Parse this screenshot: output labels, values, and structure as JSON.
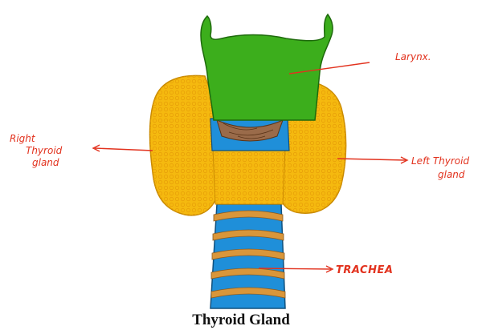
{
  "labels": {
    "larynx": "Larynx.",
    "right_line1": "Right",
    "right_line2": "Thyroid",
    "right_line3": "gland",
    "left_line1": "Left Thyroid",
    "left_line2": "gland",
    "trachea": "TRACHEA"
  },
  "caption": "Thyroid Gland",
  "colors": {
    "larynx": "#3cae1c",
    "thyroid_lobe": "#f5b90f",
    "trachea_blue": "#1f8fd9",
    "trachea_ring": "#d9963a",
    "cartilage_brown": "#7a4a2a",
    "label_red": "#e2321e"
  }
}
